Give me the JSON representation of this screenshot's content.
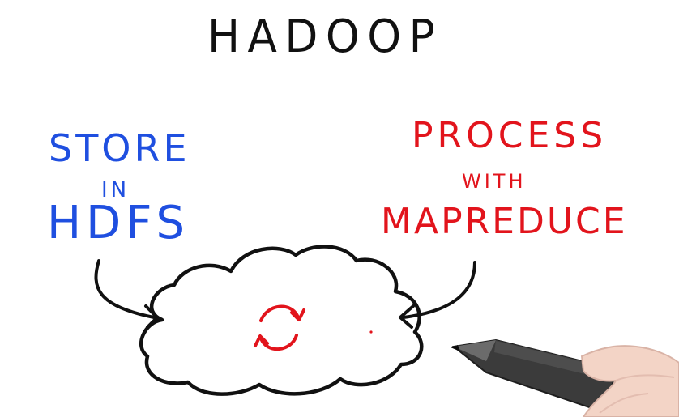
{
  "title": "HADOOP",
  "store": {
    "line1": "STORE",
    "line2": "IN",
    "line3": "HDFS"
  },
  "process": {
    "line1": "PROCESS",
    "line2": "WITH",
    "line3": "MAPREDUCE"
  },
  "colors": {
    "ink_black": "#111111",
    "ink_blue": "#1f4fe0",
    "ink_red": "#e2141c",
    "pen_body": "#3a3a3a",
    "skin": "#f1d2c4"
  },
  "icons": {
    "center": "refresh-cycle-icon",
    "cloud": "cloud-icon",
    "pen": "stylus-pen",
    "hand": "hand"
  }
}
